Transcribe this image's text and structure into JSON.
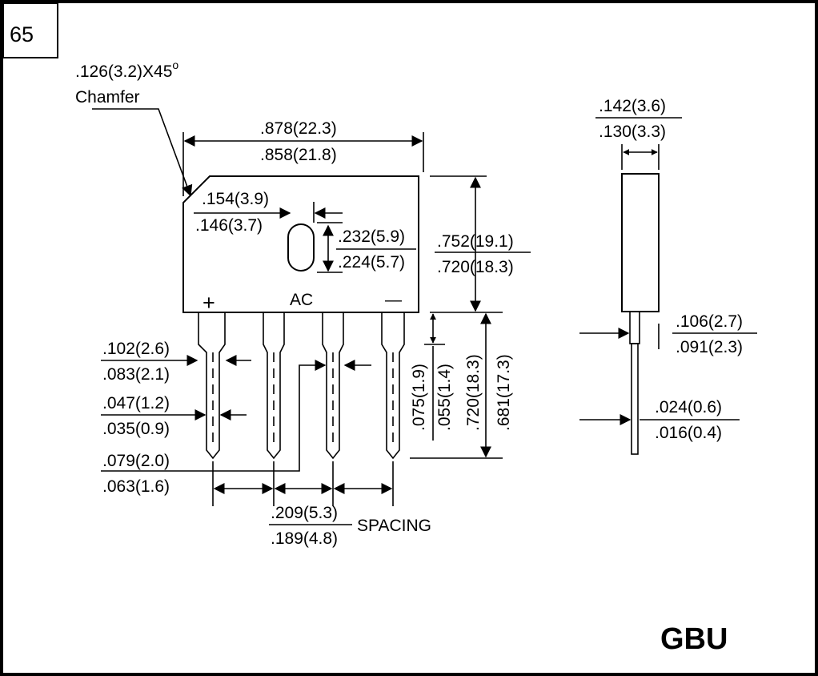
{
  "page_number": "65",
  "package_name": "GBU",
  "chamfer": {
    "dim": ".126(3.2)X45",
    "degree": "o",
    "label": "Chamfer"
  },
  "body_width": {
    "max": ".878(22.3)",
    "min": ".858(21.8)"
  },
  "hole_offset": {
    "max": ".154(3.9)",
    "min": ".146(3.7)"
  },
  "hole_height": {
    "max": ".232(5.9)",
    "min": ".224(5.7)"
  },
  "body_height": {
    "max": ".752(19.1)",
    "min": ".720(18.3)"
  },
  "pin_labels": {
    "plus": "+",
    "ac": "AC",
    "minus": "—"
  },
  "lead_shoulder": {
    "max": ".102(2.6)",
    "min": ".083(2.1)"
  },
  "lead_width": {
    "max": ".047(1.2)",
    "min": ".035(0.9)"
  },
  "lead_upper_width": {
    "max": ".079(2.0)",
    "min": ".063(1.6)"
  },
  "lead_spacing": {
    "max": ".209(5.3)",
    "min": ".189(4.8)",
    "label": "SPACING"
  },
  "standoff": {
    "max": ".075(1.9)",
    "min": ".055(1.4)"
  },
  "lead_length": {
    "max": ".720(18.3)",
    "min": ".681(17.3)"
  },
  "body_thickness": {
    "max": ".142(3.6)",
    "min": ".130(3.3)"
  },
  "lead_thickness_upper": {
    "max": ".106(2.7)",
    "min": ".091(2.3)"
  },
  "lead_thickness": {
    "max": ".024(0.6)",
    "min": ".016(0.4)"
  }
}
